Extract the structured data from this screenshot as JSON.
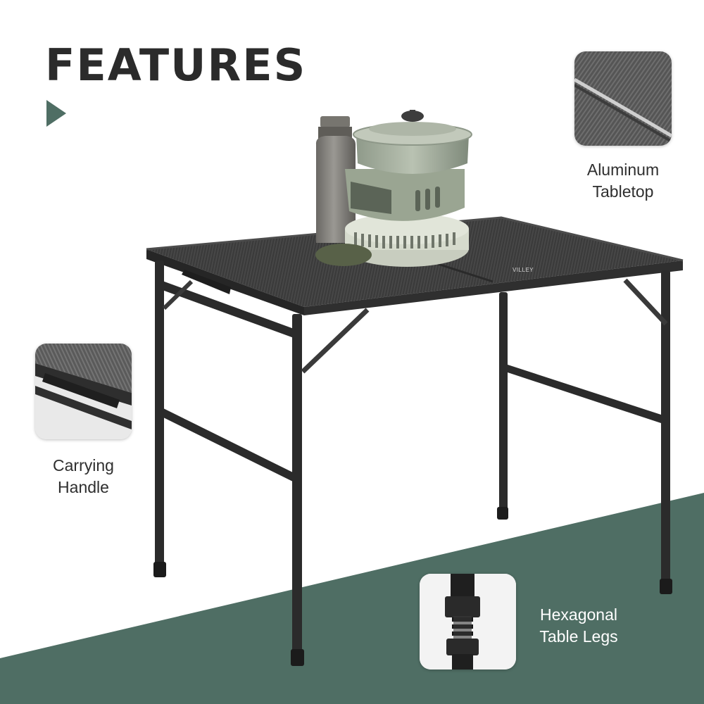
{
  "colors": {
    "accent_green": "#4f6e64",
    "title_dark": "#2b2b2b",
    "table_black": "#2a2a2a",
    "tabletop_grey": "#3b3b3b",
    "thumb_border": "#d8d8d8"
  },
  "header": {
    "title": "FEATURES"
  },
  "product": {
    "brand_mark": "VILLEY"
  },
  "features": [
    {
      "id": "aluminum-tabletop",
      "line1": "Aluminum",
      "line2": "Tabletop",
      "image": "tabletop-texture-closeup"
    },
    {
      "id": "carrying-handle",
      "line1": "Carrying",
      "line2": "Handle",
      "image": "handle-closeup"
    },
    {
      "id": "hexagonal-legs",
      "line1": "Hexagonal",
      "line2": "Table Legs",
      "image": "leg-adjuster-closeup"
    }
  ]
}
